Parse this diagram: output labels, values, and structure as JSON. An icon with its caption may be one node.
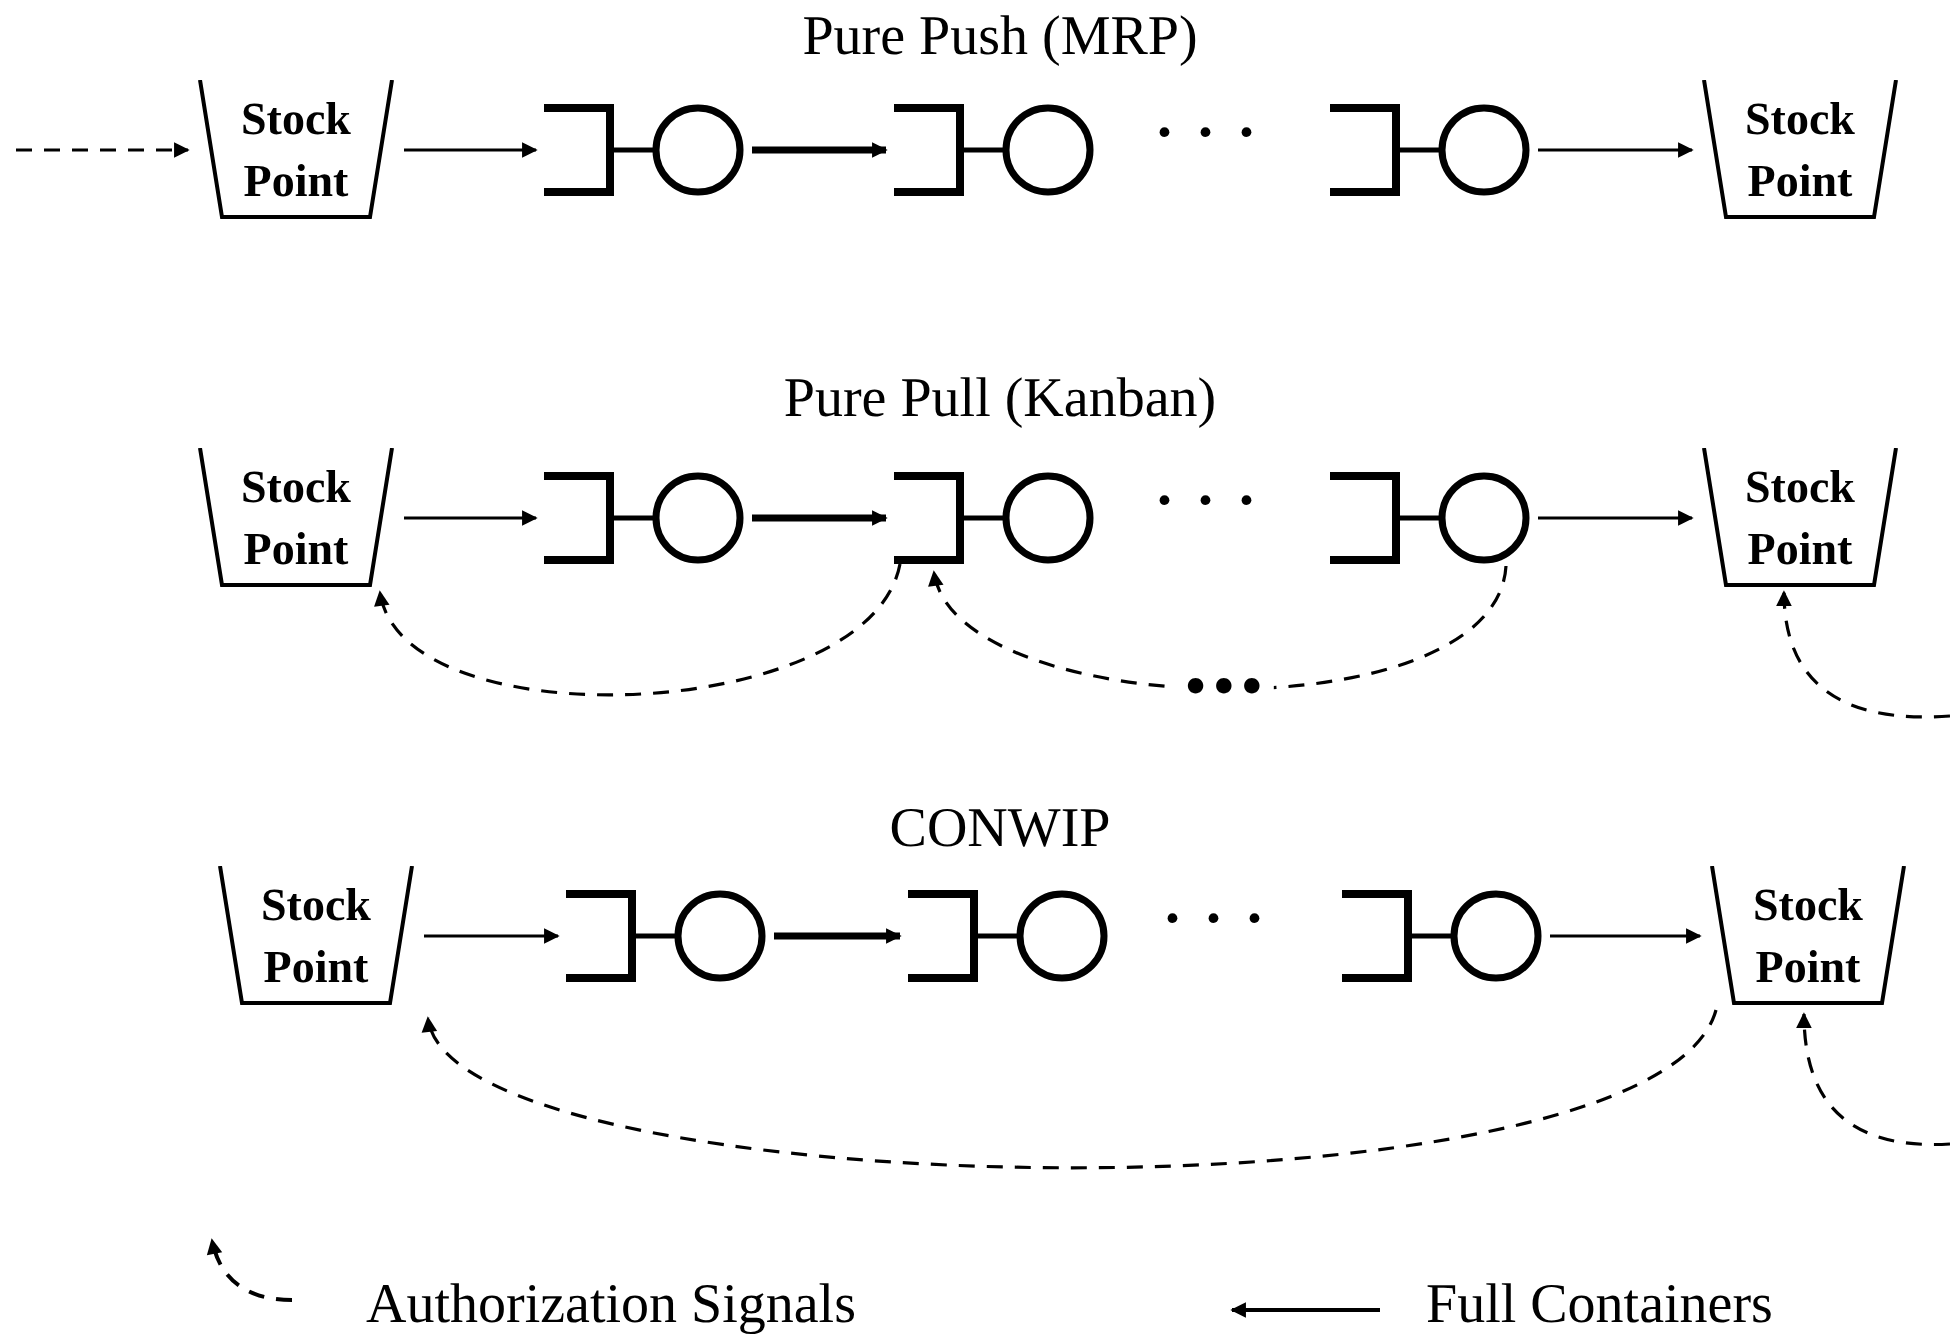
{
  "diagram": {
    "nodes": [
      {
        "text": [
          "Stock Point"
        ]
      },
      {
        "text": [],
        "shape": "circle"
      },
      {
        "text": [],
        "shape": "circle"
      },
      {
        "text": [],
        "shape": "circle"
      },
      {
        "text": [
          "Stock Point"
        ]
      },
      {
        "text": [
          "Stock Point"
        ]
      },
      {
        "text": [],
        "shape": "circle"
      },
      {
        "text": [],
        "shape": "circle"
      },
      {
        "text": [],
        "shape": "circle"
      },
      {
        "text": [
          "Stock Point"
        ]
      },
      {
        "text": [
          "Stock Point"
        ]
      },
      {
        "text": [],
        "shape": "circle"
      },
      {
        "text": [],
        "shape": "circle"
      },
      {
        "text": [],
        "shape": "circle"
      },
      {
        "text": [
          "Stock Point"
        ]
      }
    ],
    "edges": [
      {
        "from": null,
        "to": 0,
        "arrow": "to",
        "style": "dashed"
      },
      {
        "from": 0,
        "to": 1,
        "arrow": "to"
      },
      {
        "from": 1,
        "to": 2,
        "arrow": "to",
        "style": "thick"
      },
      {
        "from": 3,
        "to": 4,
        "arrow": "to"
      },
      {
        "from": 5,
        "to": 6,
        "arrow": "to"
      },
      {
        "from": 6,
        "to": 7,
        "arrow": "to",
        "style": "thick"
      },
      {
        "from": 8,
        "to": 9,
        "arrow": "to"
      },
      {
        "from": 7,
        "to": 5,
        "arrow": "to",
        "style": "dashed"
      },
      {
        "from": 8,
        "to": 7,
        "arrow": "to",
        "style": "dashed",
        "label": "•••"
      },
      {
        "from": null,
        "to": 9,
        "arrow": "to",
        "style": "dashed"
      },
      {
        "from": 10,
        "to": 11,
        "arrow": "to"
      },
      {
        "from": 11,
        "to": 12,
        "arrow": "to",
        "style": "thick"
      },
      {
        "from": 13,
        "to": 14,
        "arrow": "to"
      },
      {
        "from": 14,
        "to": 10,
        "arrow": "to",
        "style": "dashed"
      },
      {
        "from": null,
        "to": 14,
        "arrow": "to",
        "style": "dashed"
      }
    ],
    "labels": [
      "Pure Push (MRP)",
      "···",
      "Pure Pull (Kanban)",
      "···",
      "CONWIP",
      "···"
    ],
    "legend": [
      {
        "text": "Authorization Signals"
      },
      {
        "text": "Full Containers"
      }
    ]
  }
}
